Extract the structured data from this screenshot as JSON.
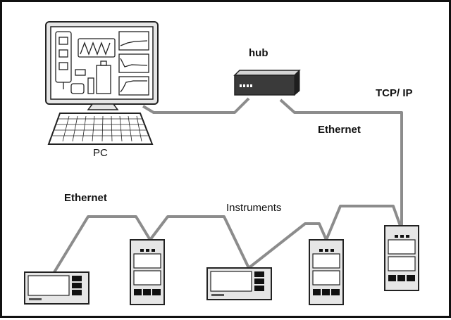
{
  "labels": {
    "pc": "PC",
    "hub": "hub",
    "tcp_ip": "TCP/ IP",
    "ethernet_right": "Ethernet",
    "ethernet_left": "Ethernet",
    "instruments": "Instruments"
  },
  "colors": {
    "cable": "#8c8c8c",
    "outline": "#222222",
    "device_fill": "#e6e6e6",
    "panel_fill": "#ffffff"
  },
  "nodes": [
    "pc",
    "hub",
    "instrument-1",
    "instrument-2",
    "instrument-3",
    "instrument-4",
    "instrument-5"
  ],
  "connections": [
    [
      "pc",
      "hub"
    ],
    [
      "hub",
      "instrument-5"
    ],
    [
      "instrument-1",
      "instrument-2"
    ],
    [
      "instrument-2",
      "instrument-3"
    ],
    [
      "instrument-3",
      "instrument-4"
    ],
    [
      "instrument-4",
      "instrument-5"
    ]
  ]
}
